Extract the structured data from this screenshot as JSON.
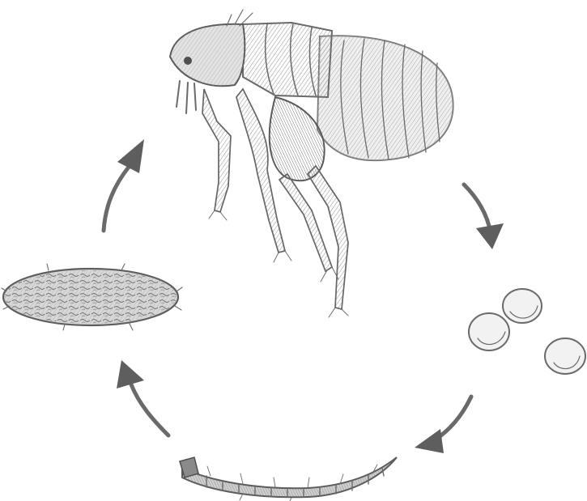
{
  "diagram": {
    "type": "life-cycle",
    "stages": [
      {
        "id": "adult",
        "icon": "adult-flea-icon"
      },
      {
        "id": "eggs",
        "icon": "egg-icon"
      },
      {
        "id": "larva",
        "icon": "larva-icon"
      },
      {
        "id": "pupa",
        "icon": "cocoon-icon"
      }
    ],
    "cycle_order": [
      "adult",
      "eggs",
      "larva",
      "pupa",
      "adult"
    ],
    "colors": {
      "background": "#ffffff",
      "pencil_dark": "#4f4f4f",
      "pencil_mid": "#7a7a7a",
      "pencil_light": "#a8a8a8",
      "shading": "#c9c9c9",
      "egg_fill": "#f2f2f2"
    }
  }
}
